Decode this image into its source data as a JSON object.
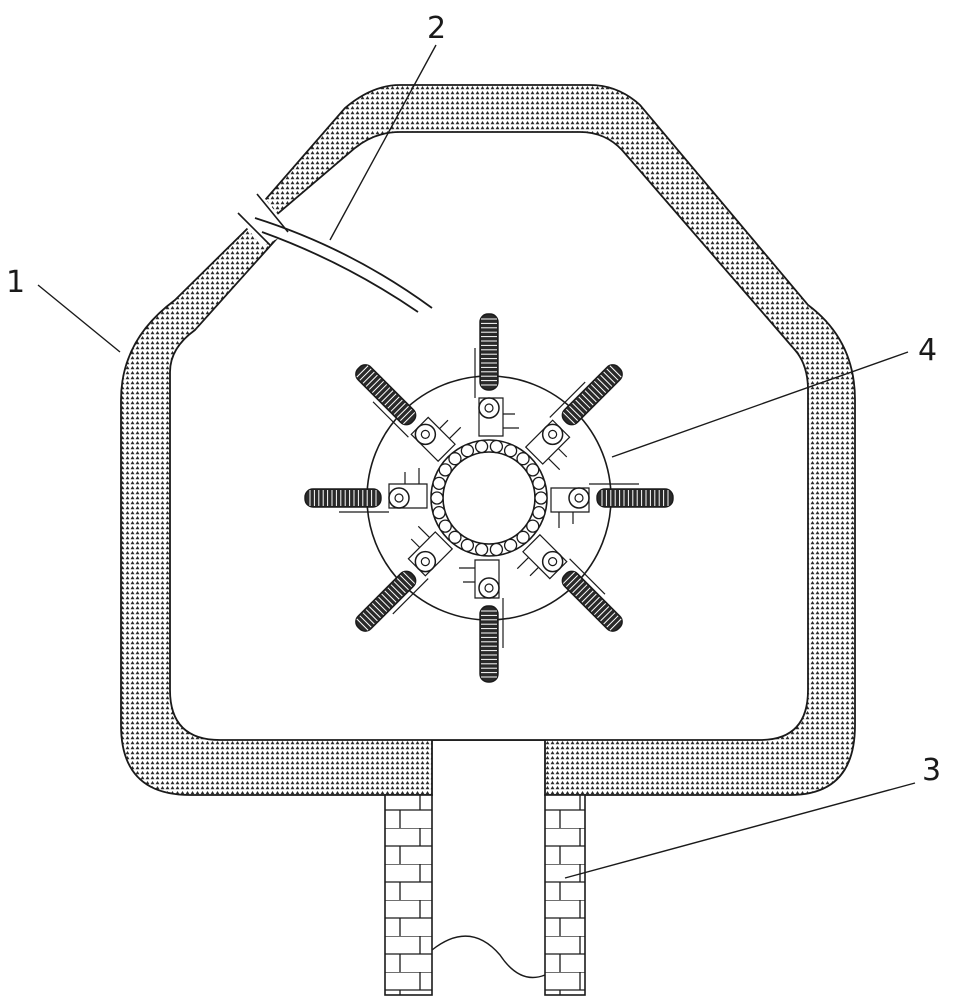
{
  "figure": {
    "callouts": [
      {
        "id": "1",
        "label": "1",
        "part": "housing-wall"
      },
      {
        "id": "2",
        "label": "2",
        "part": "deflector-plate"
      },
      {
        "id": "3",
        "label": "3",
        "part": "discharge-chute"
      },
      {
        "id": "4",
        "label": "4",
        "part": "rotor-assembly"
      }
    ],
    "rotor": {
      "hammer_count": 8
    },
    "colors": {
      "ink": "#1a1a1a",
      "background": "#ffffff"
    }
  }
}
